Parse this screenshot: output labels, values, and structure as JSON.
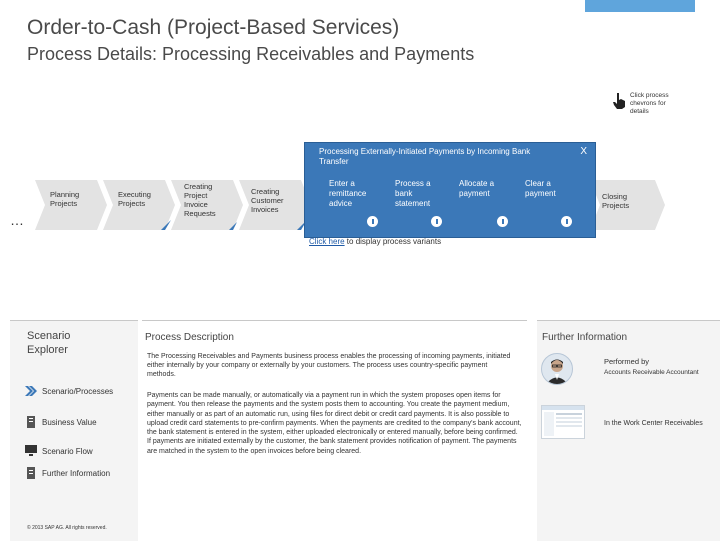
{
  "header": {
    "title": "Order-to-Cash (Project-Based Services)",
    "subtitle": "Process Details: Processing Receivables and Payments"
  },
  "hint": {
    "text": "Click process chevrons for details",
    "icon": "hand-pointer-icon"
  },
  "process_flow": {
    "more_indicator": "…",
    "steps": [
      {
        "label": "Planning Projects"
      },
      {
        "label": "Executing Projects"
      },
      {
        "label": "Creating Project Invoice Requests"
      },
      {
        "label": "Creating Customer Invoices"
      },
      {
        "label": "Closing Projects"
      }
    ],
    "expanded": {
      "title": "Processing Externally-Initiated Payments by Incoming Bank Transfer",
      "close_label": "X",
      "steps": [
        {
          "label": "Enter a remittance advice"
        },
        {
          "label": "Process a bank statement"
        },
        {
          "label": "Allocate a payment"
        },
        {
          "label": "Clear a payment"
        }
      ]
    },
    "variants_link": "Click here",
    "variants_text": " to display process variants"
  },
  "explorer": {
    "title": "Scenario Explorer",
    "items": [
      {
        "label": "Scenario/Processes",
        "icon": "chevron-double-icon"
      },
      {
        "label": "Business Value",
        "icon": "document-icon"
      },
      {
        "label": "Scenario Flow",
        "icon": "monitor-icon"
      },
      {
        "label": "Further Information",
        "icon": "list-icon"
      }
    ],
    "copyright": "© 2013 SAP AG. All rights reserved."
  },
  "description": {
    "title": "Process Description",
    "paragraph1": "The Processing Receivables and Payments business process enables the processing of incoming payments, initiated either internally by your company or externally by your customers. The process uses country-specific payment methods.",
    "paragraph2": "Payments can be made manually, or automatically via a payment run in which the system proposes open items for payment. You then release the payments and the system posts them to accounting. You create the payment medium, either manually or as part of an automatic run, using files for direct debit or credit card payments. It is also possible to upload credit card statements to pre-confirm payments. When the payments are credited to the company's bank account, the bank statement is entered in the system, either uploaded electronically or entered manually, before being confirmed. If payments are initiated externally by the customer, the bank statement provides notification of payment. The payments are matched in the system to the open invoices before being cleared."
  },
  "further_info": {
    "title": "Further Information",
    "performed_label": "Performed by",
    "performed_value": "Accounts Receivable Accountant",
    "work_center_label": "In the Work Center Receivables"
  },
  "colors": {
    "accent_blue": "#3b78b8",
    "chevron_gray": "#e3e3e3",
    "top_bar": "#5fa5dc"
  }
}
